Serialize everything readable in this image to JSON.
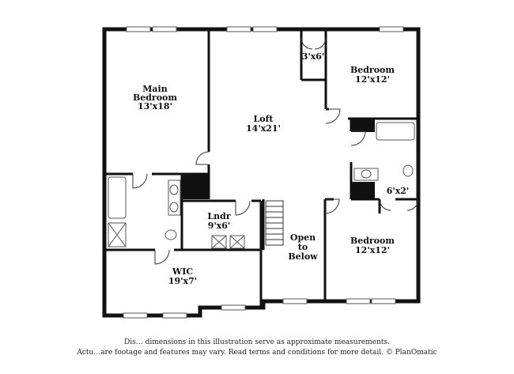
{
  "rooms": {
    "main_bedroom": {
      "name_line1": "Main",
      "name_line2": "Bedroom",
      "size": "13'x18'"
    },
    "loft": {
      "name": "Loft",
      "size": "14'x21'"
    },
    "closet_small": {
      "size": "3'x6'"
    },
    "bedroom_upper": {
      "name": "Bedroom",
      "size": "12'x12'"
    },
    "laundry": {
      "name": "Lndr",
      "size": "9'x6'"
    },
    "open_below": {
      "line1": "Open",
      "line2": "to",
      "line3": "Below"
    },
    "closet_right": {
      "size": "6'x2'"
    },
    "bedroom_lower": {
      "name": "Bedroom",
      "size": "12'x12'"
    },
    "wic": {
      "name": "WIC",
      "size": "19'x7'"
    }
  },
  "disclaimer": {
    "line1": "Dis… dimensions in this illustration serve as approximate measurements.",
    "line2": "Actu…are footage and features may vary. Read terms and conditions for more detail. © PlanOmatic"
  }
}
